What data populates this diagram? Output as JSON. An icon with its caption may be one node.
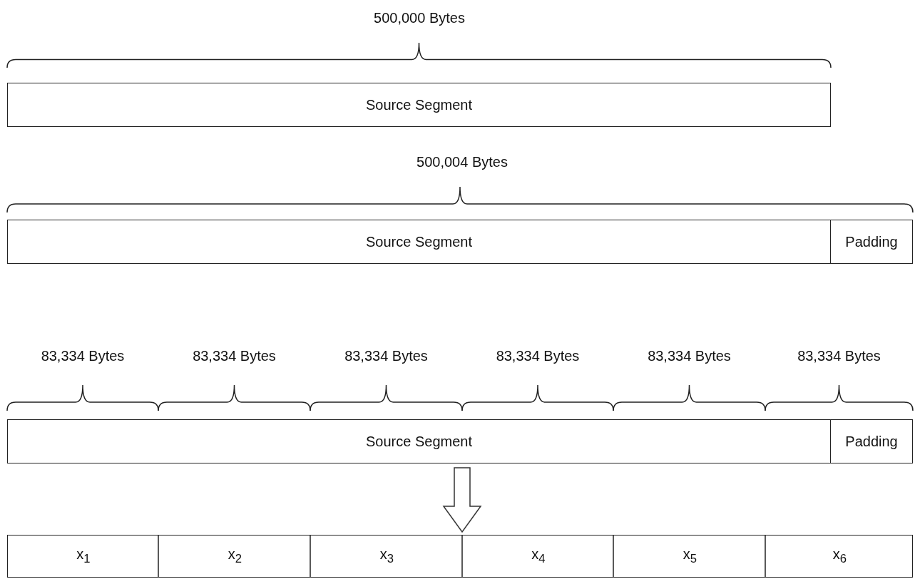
{
  "diagram": {
    "nodes": [
      {
        "text": [
          "Source Segment"
        ]
      },
      {
        "text": [
          "Source Segment"
        ]
      },
      {
        "text": [
          "Padding"
        ]
      },
      {
        "text": [
          "Source Segment"
        ]
      },
      {
        "text": [
          "Padding"
        ]
      },
      {
        "text": [],
        "shape": "bar"
      },
      {
        "text": [
          "x$_{1}$"
        ],
        "in": 5
      },
      {
        "text": [
          "x$_{2}$"
        ],
        "in": 5
      },
      {
        "text": [
          "x$_{3}$"
        ],
        "in": 5
      },
      {
        "text": [
          "x$_{4}$"
        ],
        "in": 5
      },
      {
        "text": [
          "x$_{5}$"
        ],
        "in": 5
      },
      {
        "text": [
          "x$_{6}$"
        ],
        "in": 5
      }
    ],
    "edges": [
      {
        "from": 3,
        "to": 5,
        "arrow": "to"
      }
    ],
    "labels": [
      "500,000 Bytes",
      "500,004 Bytes",
      "83,334 Bytes",
      "83,334 Bytes",
      "83,334 Bytes",
      "83,334 Bytes",
      "83,334 Bytes",
      "83,334 Bytes"
    ]
  }
}
